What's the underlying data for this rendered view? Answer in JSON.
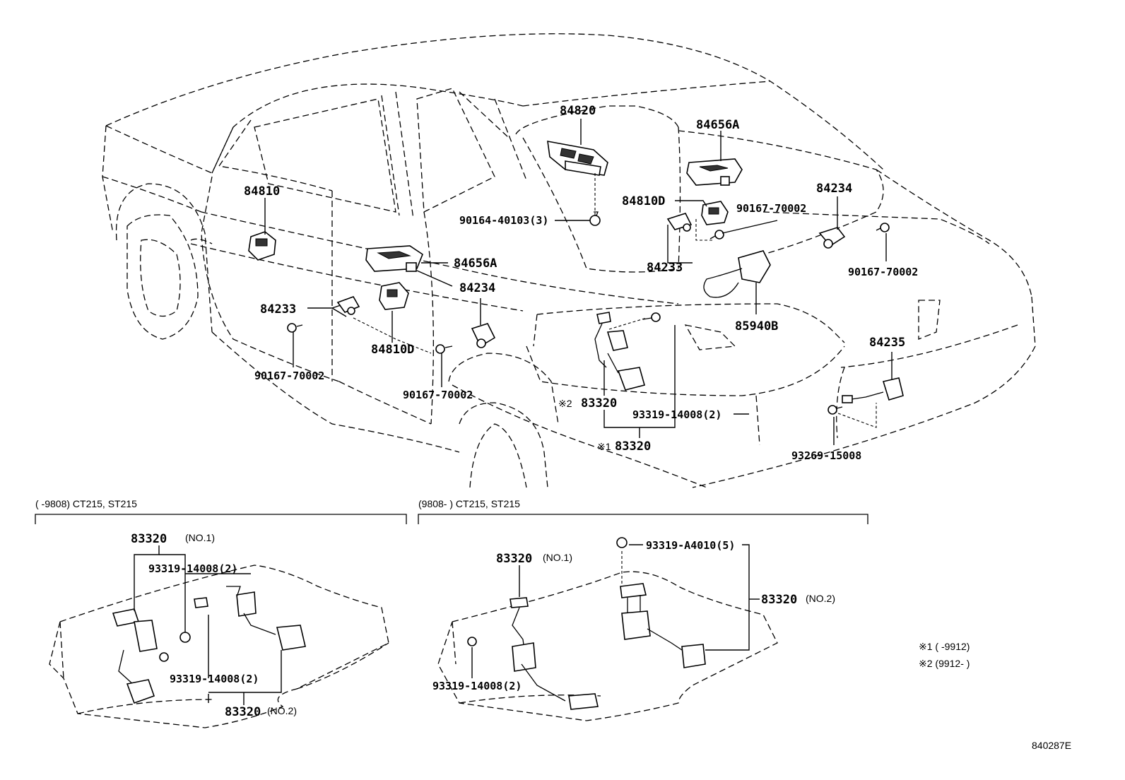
{
  "parts": {
    "p84820": "84820",
    "p84656A_r": "84656A",
    "p84810_l": "84810",
    "p84810D_r": "84810D",
    "p90167_r1": "90167-70002",
    "p84234_r": "84234",
    "p90164": "90164-40103(3)",
    "p84656A_l": "84656A",
    "p84233_r": "84233",
    "p90167_r2": "90167-70002",
    "p84234_l": "84234",
    "p84233_l": "84233",
    "p85940B": "85940B",
    "p84810D_l": "84810D",
    "p90167_l1": "90167-70002",
    "p90167_l2": "90167-70002",
    "p84235": "84235",
    "p83320_m2_mark": "※2",
    "p83320_m2": "83320",
    "p93319_main": "93319-14008(2)",
    "p83320_m1_mark": "※1",
    "p83320_m1": "83320",
    "p93269": "93269-15008"
  },
  "inset_left": {
    "header": "(      -9808) CT215, ST215",
    "p83320_no1": "83320",
    "no1": "(NO.1)",
    "p93319_a": "93319-14008(2)",
    "p93319_b": "93319-14008(2)",
    "p83320_no2": "83320",
    "no2": "(NO.2)"
  },
  "inset_right": {
    "header": "(9808-      ) CT215, ST215",
    "p83320_no1": "83320",
    "no1": "(NO.1)",
    "p93319_a4010": "93319-A4010(5)",
    "p83320_no2": "83320",
    "no2": "(NO.2)",
    "p93319_b": "93319-14008(2)"
  },
  "notes": {
    "n1": "※1 (        -9912)",
    "n2": "※2 (9912-        )"
  },
  "figure_code": "840287E"
}
